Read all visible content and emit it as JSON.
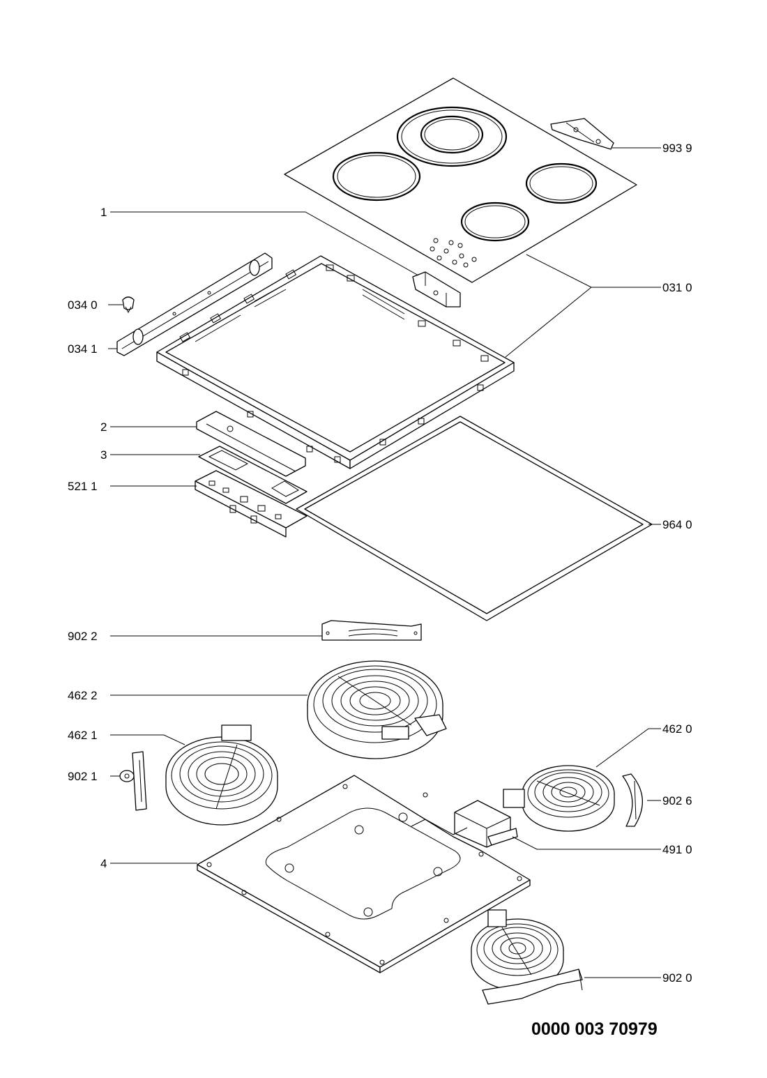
{
  "diagram": {
    "document_number": "0000 003 70979",
    "callouts": {
      "p9939": "993 9",
      "p1": "1",
      "p0310": "031 0",
      "p0340": "034 0",
      "p0341": "034 1",
      "p2": "2",
      "p3": "3",
      "p5211": "521 1",
      "p9640": "964 0",
      "p9022": "902 2",
      "p4622": "462 2",
      "p4621": "462 1",
      "p4620": "462 0",
      "p9021": "902 1",
      "p9026": "902 6",
      "p4910": "491 0",
      "p4": "4",
      "p9020": "902 0"
    }
  }
}
